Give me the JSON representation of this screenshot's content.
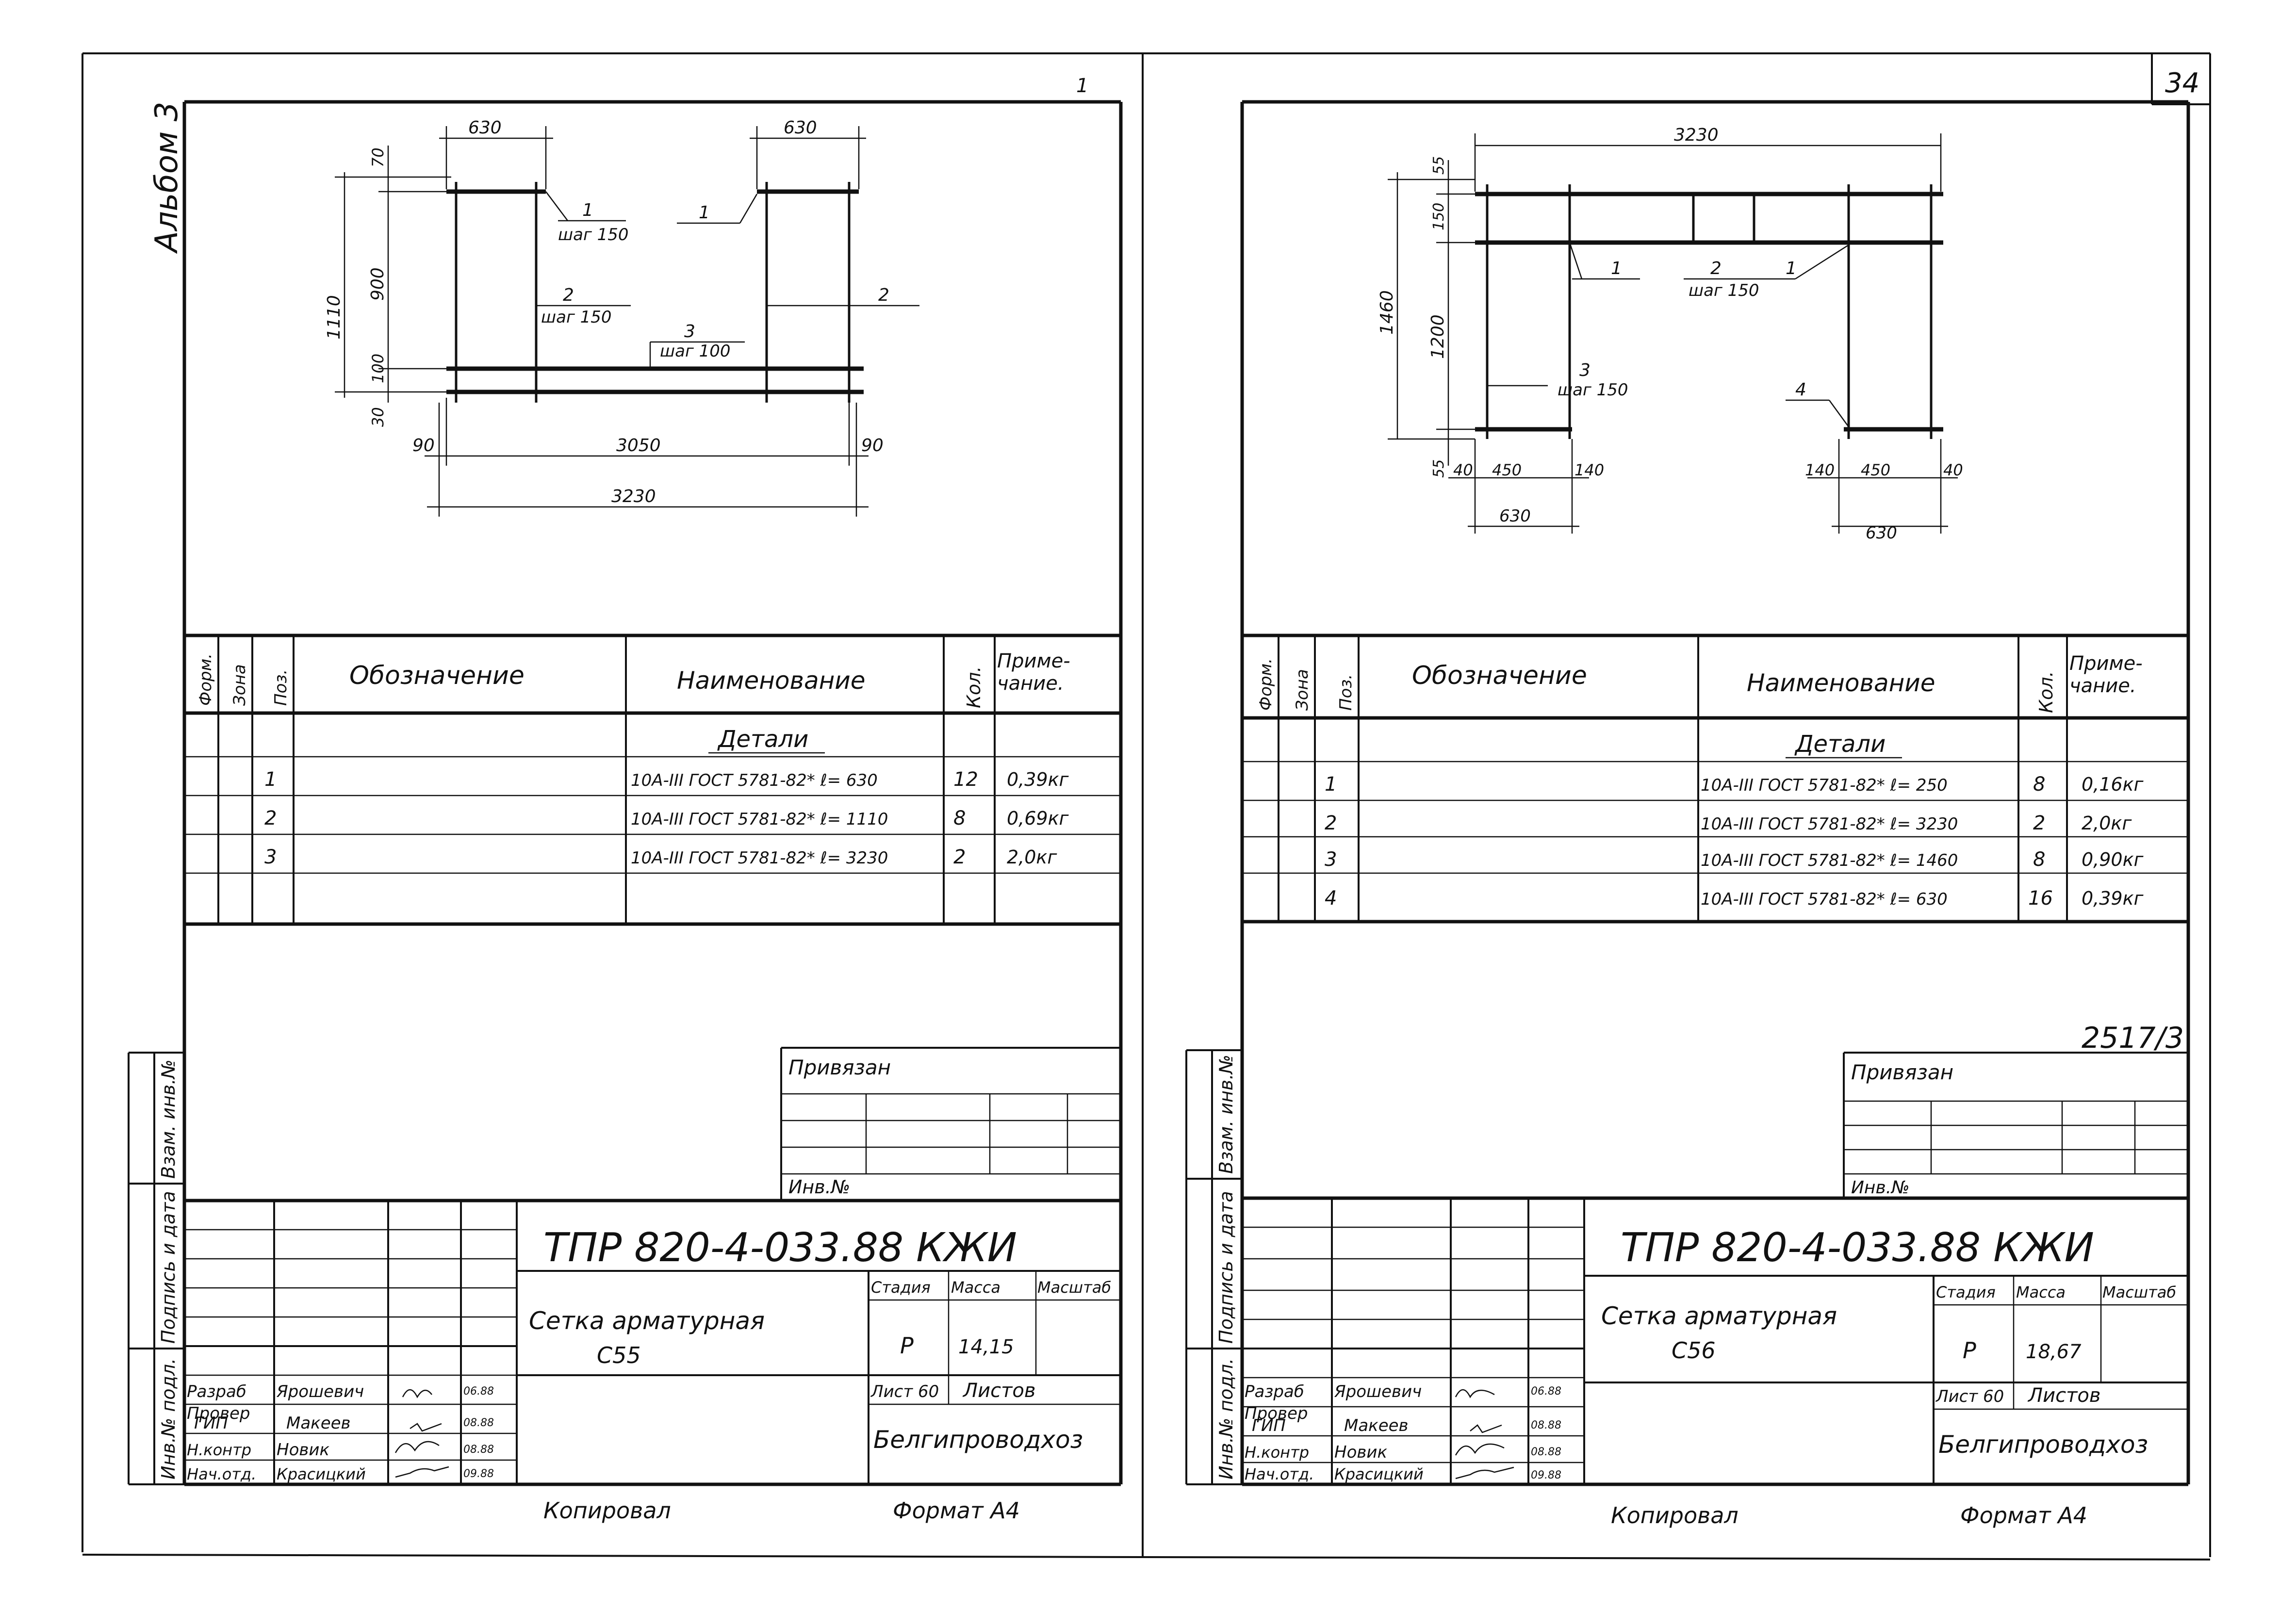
{
  "page_number": "34",
  "album": "Альбом 3",
  "corner_mark": "1",
  "side_labels": [
    "Инв.№ подл.",
    "Подпись и дата",
    "Взам. инв.№"
  ],
  "table_headers": {
    "format": "Форм.",
    "zone": "Зона",
    "pos": "Поз.",
    "designation": "Обозначение",
    "name": "Наименование",
    "qty": "Кол.",
    "note": "Приме-чание."
  },
  "section_label": "Детали",
  "privyazan": "Привязан",
  "inv_no": "Инв.№",
  "copied": "Копировал",
  "format": "Формат А4",
  "roles": [
    "Разраб",
    "Провер",
    "ГИП",
    "Н.контр",
    "Нач.отд."
  ],
  "people": [
    "Ярошевич",
    "Макеев",
    "Новик",
    "Красицкий"
  ],
  "dates": [
    "06.88",
    "08.88",
    "08.88",
    "09.88"
  ],
  "stage_head": "Стадия",
  "mass_head": "Масса",
  "scale_head": "Масштаб",
  "sheet_head": "Лист 60",
  "sheets_head": "Листов",
  "org": "Белгипроводхоз",
  "doc_code": "ТПР 820-4-033.88 КЖИ",
  "left": {
    "title": "Сетка арматурная",
    "mark": "С55",
    "stage": "Р",
    "mass": "14,15",
    "rows": [
      {
        "pos": "1",
        "name": "10А-III ГОСТ 5781-82* ℓ= 630",
        "qty": "12",
        "note": "0,39кг"
      },
      {
        "pos": "2",
        "name": "10А-III ГОСТ 5781-82* ℓ= 1110",
        "qty": "8",
        "note": "0,69кг"
      },
      {
        "pos": "3",
        "name": "10А-III ГОСТ 5781-82* ℓ= 3230",
        "qty": "2",
        "note": "2,0кг"
      }
    ],
    "dims": {
      "d630a": "630",
      "d630b": "630",
      "d1110": "1110",
      "d900": "900",
      "d70": "70",
      "d100": "100",
      "d30": "30",
      "d90a": "90",
      "d3050": "3050",
      "d90b": "90",
      "d3230": "3230"
    },
    "callouts": {
      "c1": "1",
      "c1b": "1",
      "step1": "шаг 150",
      "c2": "2",
      "c2b": "2",
      "step2": "шаг 150",
      "c3": "3",
      "step3": "шаг 100"
    }
  },
  "right": {
    "title": "Сетка арматурная",
    "mark": "С56",
    "stage": "Р",
    "mass": "18,67",
    "series": "2517/3",
    "rows": [
      {
        "pos": "1",
        "name": "10А-III ГОСТ 5781-82* ℓ= 250",
        "qty": "8",
        "note": "0,16кг"
      },
      {
        "pos": "2",
        "name": "10А-III ГОСТ 5781-82* ℓ= 3230",
        "qty": "2",
        "note": "2,0кг"
      },
      {
        "pos": "3",
        "name": "10А-III ГОСТ 5781-82* ℓ= 1460",
        "qty": "8",
        "note": "0,90кг"
      },
      {
        "pos": "4",
        "name": "10А-III ГОСТ 5781-82* ℓ= 630",
        "qty": "16",
        "note": "0,39кг"
      }
    ],
    "dims": {
      "d3230": "3230",
      "d55a": "55",
      "d150": "150",
      "d1460": "1460",
      "d1200": "1200",
      "d55b": "55",
      "d40a": "40",
      "d450a": "450",
      "d140a": "140",
      "d630a": "630",
      "d140b": "140",
      "d450b": "450",
      "d40b": "40",
      "d630b": "630"
    },
    "callouts": {
      "c1": "1",
      "c2": "2",
      "step2": "шаг 150",
      "c1b": "1",
      "c3": "3",
      "step3": "шаг 150",
      "c4": "4"
    }
  }
}
